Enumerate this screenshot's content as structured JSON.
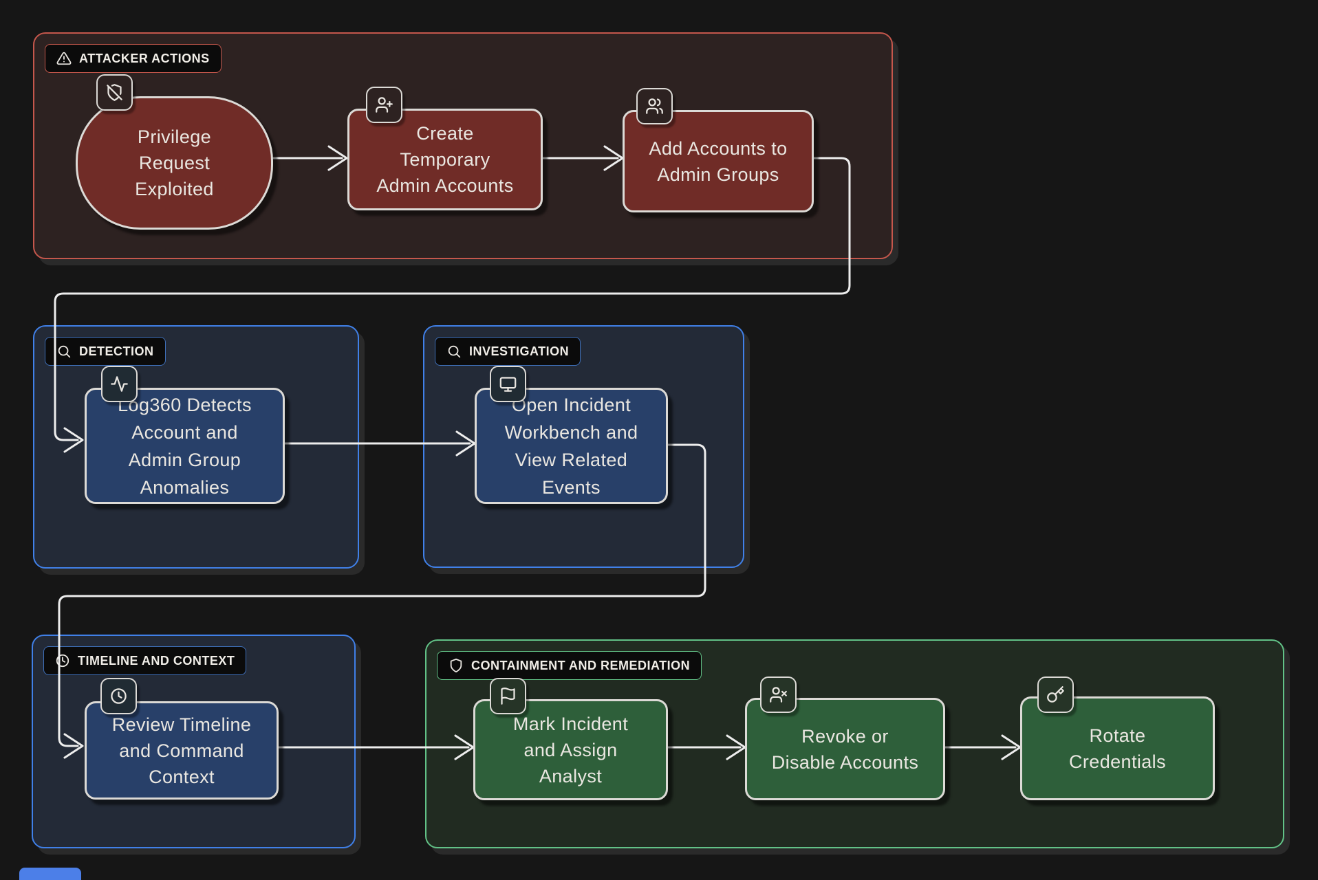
{
  "diagram": {
    "title": "Incident response flow",
    "type": "flowchart",
    "background": "#161616",
    "connector_color": "#ededed"
  },
  "sections": [
    {
      "id": "attacker",
      "label": "ATTACKER ACTIONS",
      "icon": "alert-triangle-icon",
      "accent": "#c5574c",
      "fill": "#2d2221"
    },
    {
      "id": "detection",
      "label": "DETECTION",
      "icon": "search-icon",
      "accent": "#4080e8",
      "fill": "#232a37"
    },
    {
      "id": "investigation",
      "label": "INVESTIGATION",
      "icon": "search-icon",
      "accent": "#4080e8",
      "fill": "#232a37"
    },
    {
      "id": "timeline",
      "label": "TIMELINE AND CONTEXT",
      "icon": "clock-icon",
      "accent": "#4080e8",
      "fill": "#232a37"
    },
    {
      "id": "containment",
      "label": "CONTAINMENT AND REMEDIATION",
      "icon": "shield-icon",
      "accent": "#62c287",
      "fill": "#212b21"
    }
  ],
  "nodes": [
    {
      "id": "privilege",
      "section": "attacker",
      "shape": "stadium",
      "icon": "shield-off-icon",
      "fill": "#702c27",
      "lines": [
        "Privilege",
        "Request",
        "Exploited"
      ]
    },
    {
      "id": "create",
      "section": "attacker",
      "shape": "rect",
      "icon": "user-plus-icon",
      "fill": "#702c27",
      "lines": [
        "Create",
        "Temporary",
        "Admin Accounts"
      ]
    },
    {
      "id": "add",
      "section": "attacker",
      "shape": "rect",
      "icon": "users-icon",
      "fill": "#702c27",
      "lines": [
        "Add Accounts to",
        "Admin Groups"
      ]
    },
    {
      "id": "log360",
      "section": "detection",
      "shape": "rect",
      "icon": "activity-icon",
      "fill": "#284069",
      "lines": [
        "Log360 Detects",
        "Account and",
        "Admin Group",
        "Anomalies"
      ]
    },
    {
      "id": "workbench",
      "section": "investigation",
      "shape": "rect",
      "icon": "monitor-icon",
      "fill": "#284069",
      "lines": [
        "Open Incident",
        "Workbench and",
        "View Related",
        "Events"
      ]
    },
    {
      "id": "review",
      "section": "timeline",
      "shape": "rect",
      "icon": "clock-icon",
      "fill": "#284069",
      "lines": [
        "Review Timeline",
        "and Command",
        "Context"
      ]
    },
    {
      "id": "mark",
      "section": "containment",
      "shape": "rect",
      "icon": "flag-icon",
      "fill": "#2e5f3a",
      "lines": [
        "Mark Incident",
        "and Assign",
        "Analyst"
      ]
    },
    {
      "id": "revoke",
      "section": "containment",
      "shape": "rect",
      "icon": "user-x-icon",
      "fill": "#2e5f3a",
      "lines": [
        "Revoke or",
        "Disable Accounts"
      ]
    },
    {
      "id": "rotate",
      "section": "containment",
      "shape": "rect",
      "icon": "key-icon",
      "fill": "#2e5f3a",
      "lines": [
        "Rotate",
        "Credentials"
      ]
    }
  ],
  "edges": [
    {
      "from": "privilege",
      "to": "create"
    },
    {
      "from": "create",
      "to": "add"
    },
    {
      "from": "add",
      "to": "log360"
    },
    {
      "from": "log360",
      "to": "workbench"
    },
    {
      "from": "workbench",
      "to": "review"
    },
    {
      "from": "review",
      "to": "mark"
    },
    {
      "from": "mark",
      "to": "revoke"
    },
    {
      "from": "revoke",
      "to": "rotate"
    }
  ]
}
